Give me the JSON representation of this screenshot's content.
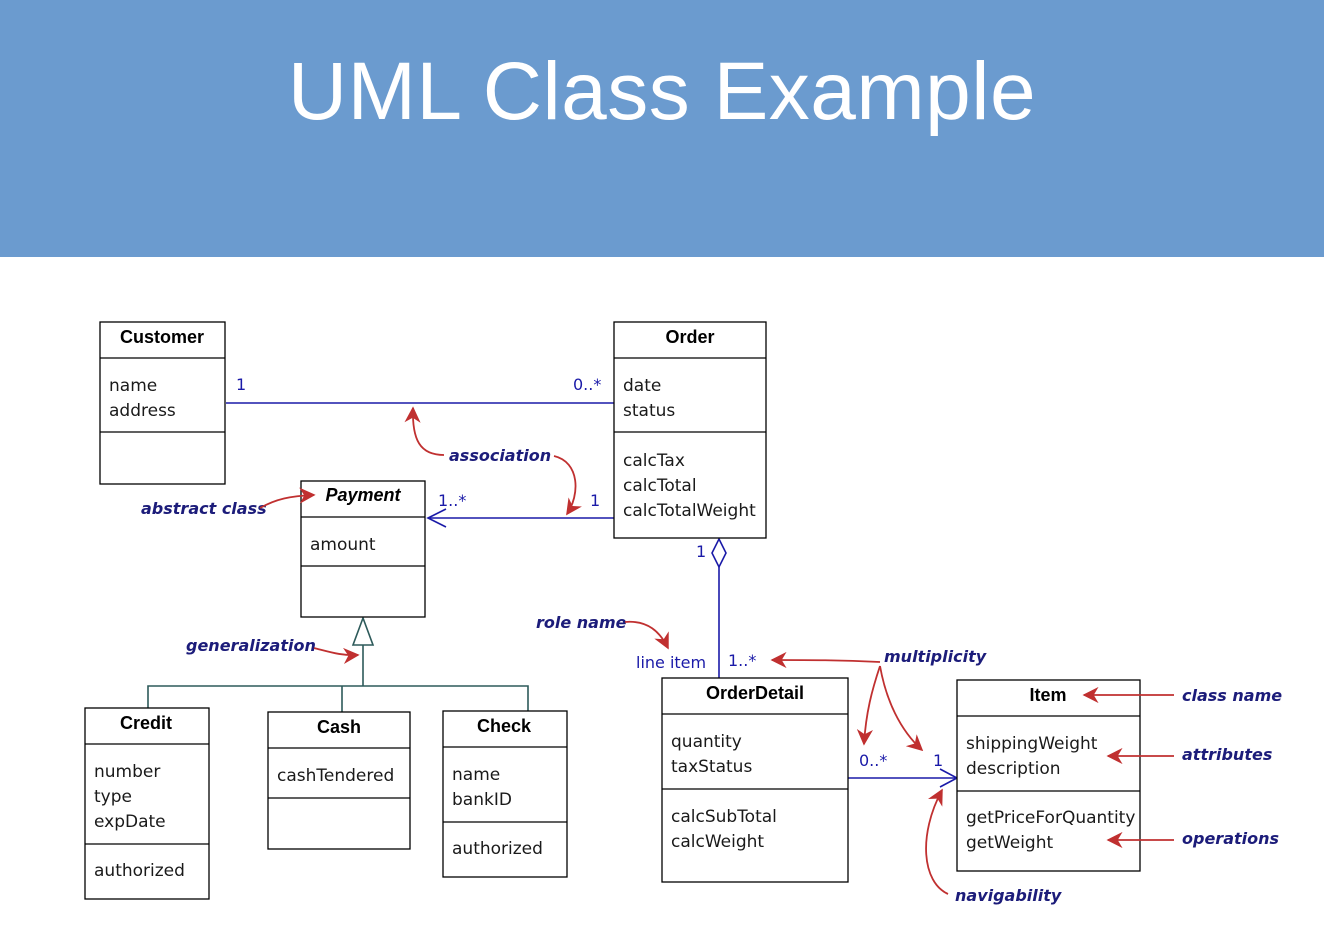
{
  "slide": {
    "title": "UML Class Example"
  },
  "classes": {
    "customer": {
      "name": "Customer",
      "attributes": [
        "name",
        "address"
      ],
      "operations": []
    },
    "order": {
      "name": "Order",
      "attributes": [
        "date",
        "status"
      ],
      "operations": [
        "calcTax",
        "calcTotal",
        "calcTotalWeight"
      ]
    },
    "payment": {
      "name": "Payment",
      "abstract": true,
      "attributes": [
        "amount"
      ],
      "operations": []
    },
    "credit": {
      "name": "Credit",
      "attributes": [
        "number",
        "type",
        "expDate"
      ],
      "operations": [
        "authorized"
      ]
    },
    "cash": {
      "name": "Cash",
      "attributes": [
        "cashTendered"
      ],
      "operations": []
    },
    "check": {
      "name": "Check",
      "attributes": [
        "name",
        "bankID"
      ],
      "operations": [
        "authorized"
      ]
    },
    "orderdetail": {
      "name": "OrderDetail",
      "attributes": [
        "quantity",
        "taxStatus"
      ],
      "operations": [
        "calcSubTotal",
        "calcWeight"
      ]
    },
    "item": {
      "name": "Item",
      "attributes": [
        "shippingWeight",
        "description"
      ],
      "operations": [
        "getPriceForQuantity",
        "getWeight"
      ]
    }
  },
  "multiplicities": {
    "customer_order_customer_end": "1",
    "customer_order_order_end": "0..*",
    "order_payment_payment_end": "1..*",
    "order_payment_order_end": "1",
    "order_orderdetail_order_end": "1",
    "order_orderdetail_detail_end": "1..*",
    "detail_item_detail_end": "0..*",
    "detail_item_item_end": "1"
  },
  "role_labels": {
    "line_item": "line item"
  },
  "annotations": {
    "association": "association",
    "abstract_class": "abstract class",
    "generalization": "generalization",
    "role_name": "role name",
    "multiplicity": "multiplicity",
    "class_name": "class name",
    "attributes": "attributes",
    "operations": "operations",
    "navigability": "navigability"
  },
  "colors": {
    "title_bar": "#6b9bcf",
    "relationship_line": "#1a1aa8",
    "annotation_arrow": "#c03030",
    "annotation_text": "#1c1c7a"
  }
}
